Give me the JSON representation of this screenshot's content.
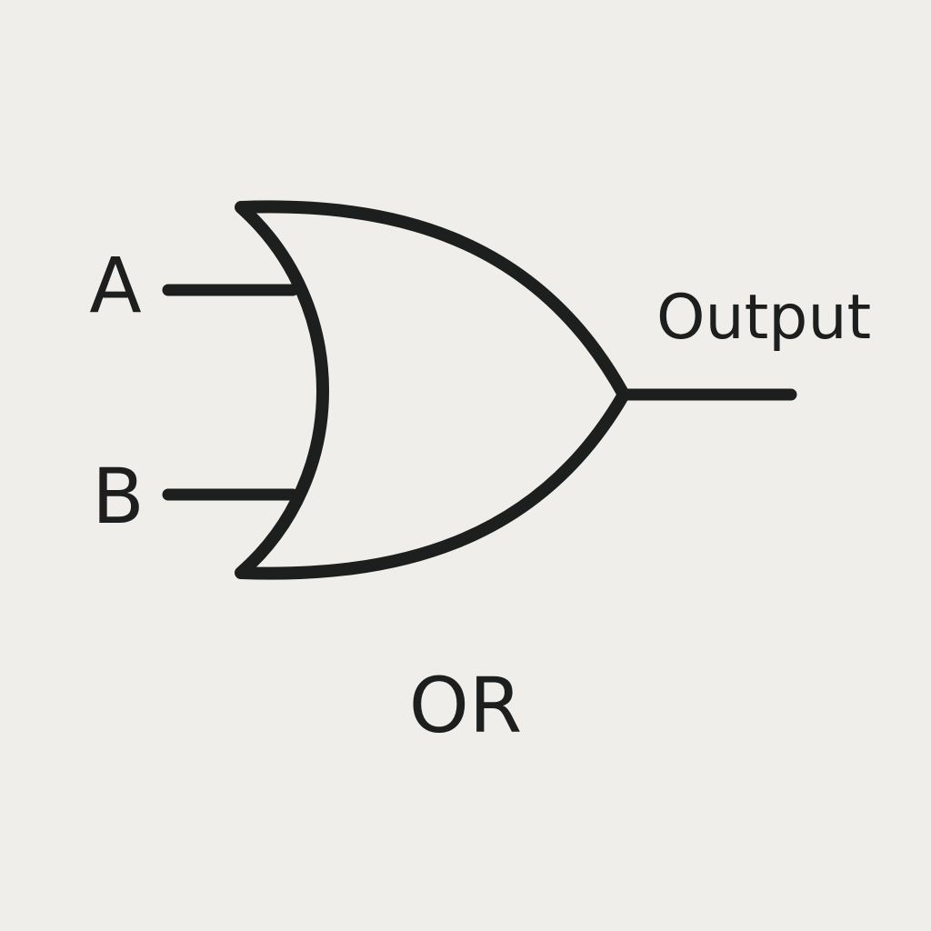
{
  "diagram": {
    "inputs": [
      "A",
      "B"
    ],
    "output_label": "Output",
    "gate_type": "OR"
  },
  "colors": {
    "background": "#efeeeb",
    "ink": "#1d1f1e"
  }
}
